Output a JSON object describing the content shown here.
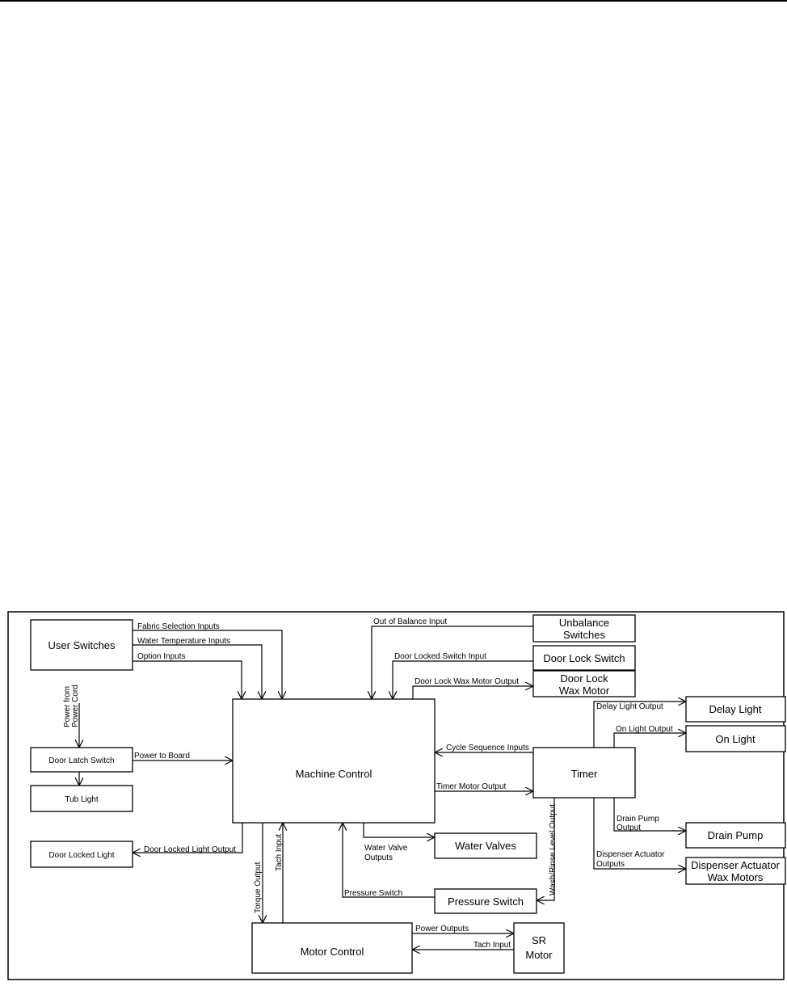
{
  "blocks": {
    "user_switches": "User Switches",
    "door_latch_switch": "Door Latch Switch",
    "tub_light": "Tub Light",
    "door_locked_light": "Door Locked Light",
    "machine_control": "Machine Control",
    "motor_control": "Motor Control",
    "sr_motor_1": "SR",
    "sr_motor_2": "Motor",
    "unbalance_1": "Unbalance",
    "unbalance_2": "Switches",
    "door_lock_switch": "Door Lock Switch",
    "door_lock_wax_1": "Door Lock",
    "door_lock_wax_2": "Wax Motor",
    "timer": "Timer",
    "delay_light": "Delay Light",
    "on_light": "On Light",
    "drain_pump": "Drain Pump",
    "dispenser_1": "Dispenser Actuator",
    "dispenser_2": "Wax Motors",
    "water_valves": "Water Valves",
    "pressure_switch": "Pressure Switch"
  },
  "signals": {
    "fabric_selection": "Fabric Selection Inputs",
    "water_temperature": "Water Temperature Inputs",
    "option_inputs": "Option Inputs",
    "power_from_cord_1": "Power from",
    "power_from_cord_2": "Power Cord",
    "power_to_board": "Power to Board",
    "door_locked_light_output": "Door Locked Light Output",
    "out_of_balance": "Out of Balance Input",
    "door_locked_switch_input": "Door Locked Switch Input",
    "door_lock_wax_output": "Door Lock Wax Motor Output",
    "cycle_sequence": "Cycle Sequence Inputs",
    "timer_motor_output": "Timer Motor Output",
    "delay_light_output": "Delay Light Output",
    "on_light_output": "On Light Output",
    "drain_pump_output_1": "Drain Pump",
    "drain_pump_output_2": "Output",
    "dispenser_outputs_1": "Dispenser Actuator",
    "dispenser_outputs_2": "Outputs",
    "wash_rinse_level": "Wash/Rinse Level Output",
    "water_valve_outputs_1": "Water Valve",
    "water_valve_outputs_2": "Outputs",
    "pressure_switch_sig": "Pressure Switch",
    "torque_output": "Torque Output",
    "tach_input": "Tach Input",
    "power_outputs": "Power Outputs",
    "tach_input_2": "Tach Input"
  }
}
